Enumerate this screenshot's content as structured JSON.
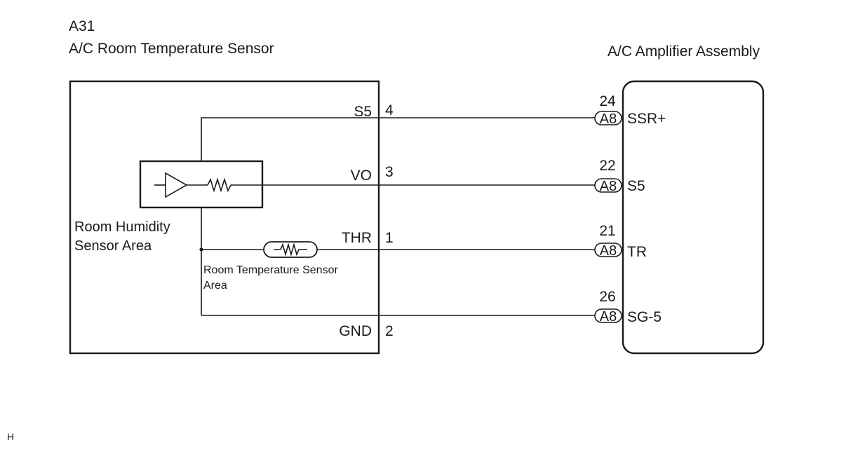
{
  "sensor": {
    "code": "A31",
    "name": "A/C Room Temperature Sensor",
    "humidity_area_line1": "Room Humidity",
    "humidity_area_line2": "Sensor Area",
    "temp_area_line1": "Room Temperature Sensor",
    "temp_area_line2": "Area"
  },
  "amplifier": {
    "name": "A/C Amplifier Assembly"
  },
  "connector_label": "A8",
  "wires": [
    {
      "sensor_terminal": "S5",
      "sensor_pin": "4",
      "amp_pin": "24",
      "amp_terminal": "SSR+"
    },
    {
      "sensor_terminal": "VO",
      "sensor_pin": "3",
      "amp_pin": "22",
      "amp_terminal": "S5"
    },
    {
      "sensor_terminal": "THR",
      "sensor_pin": "1",
      "amp_pin": "21",
      "amp_terminal": "TR"
    },
    {
      "sensor_terminal": "GND",
      "sensor_pin": "2",
      "amp_pin": "26",
      "amp_terminal": "SG-5"
    }
  ],
  "footer_mark": "H"
}
